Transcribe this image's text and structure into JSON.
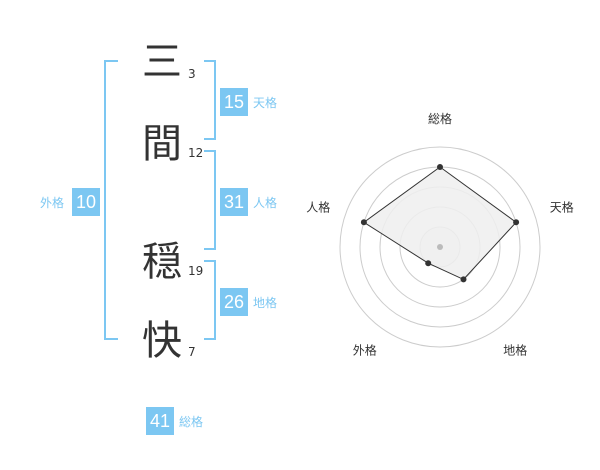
{
  "name": {
    "characters": [
      {
        "char": "三",
        "strokes": "3"
      },
      {
        "char": "間",
        "strokes": "12"
      },
      {
        "char": "穏",
        "strokes": "19"
      },
      {
        "char": "快",
        "strokes": "7"
      }
    ]
  },
  "fortunes": {
    "tenkaku": {
      "value": "15",
      "label": "天格"
    },
    "jinkaku": {
      "value": "31",
      "label": "人格"
    },
    "chikaku": {
      "value": "26",
      "label": "地格"
    },
    "gaikaku": {
      "value": "10",
      "label": "外格"
    },
    "soukaku": {
      "value": "41",
      "label": "総格"
    }
  },
  "chart_data": {
    "type": "radar",
    "axes": [
      "総格",
      "天格",
      "地格",
      "外格",
      "人格"
    ],
    "rings": 4,
    "values": [
      4,
      4,
      2,
      1,
      4
    ],
    "max": 4,
    "colors": {
      "fill": "#efefef",
      "stroke": "#333333",
      "ring": "#cccccc",
      "center": "#bbbbbb",
      "point": "#333333"
    }
  },
  "colors": {
    "accent": "#7cc7f2",
    "text": "#333333"
  }
}
